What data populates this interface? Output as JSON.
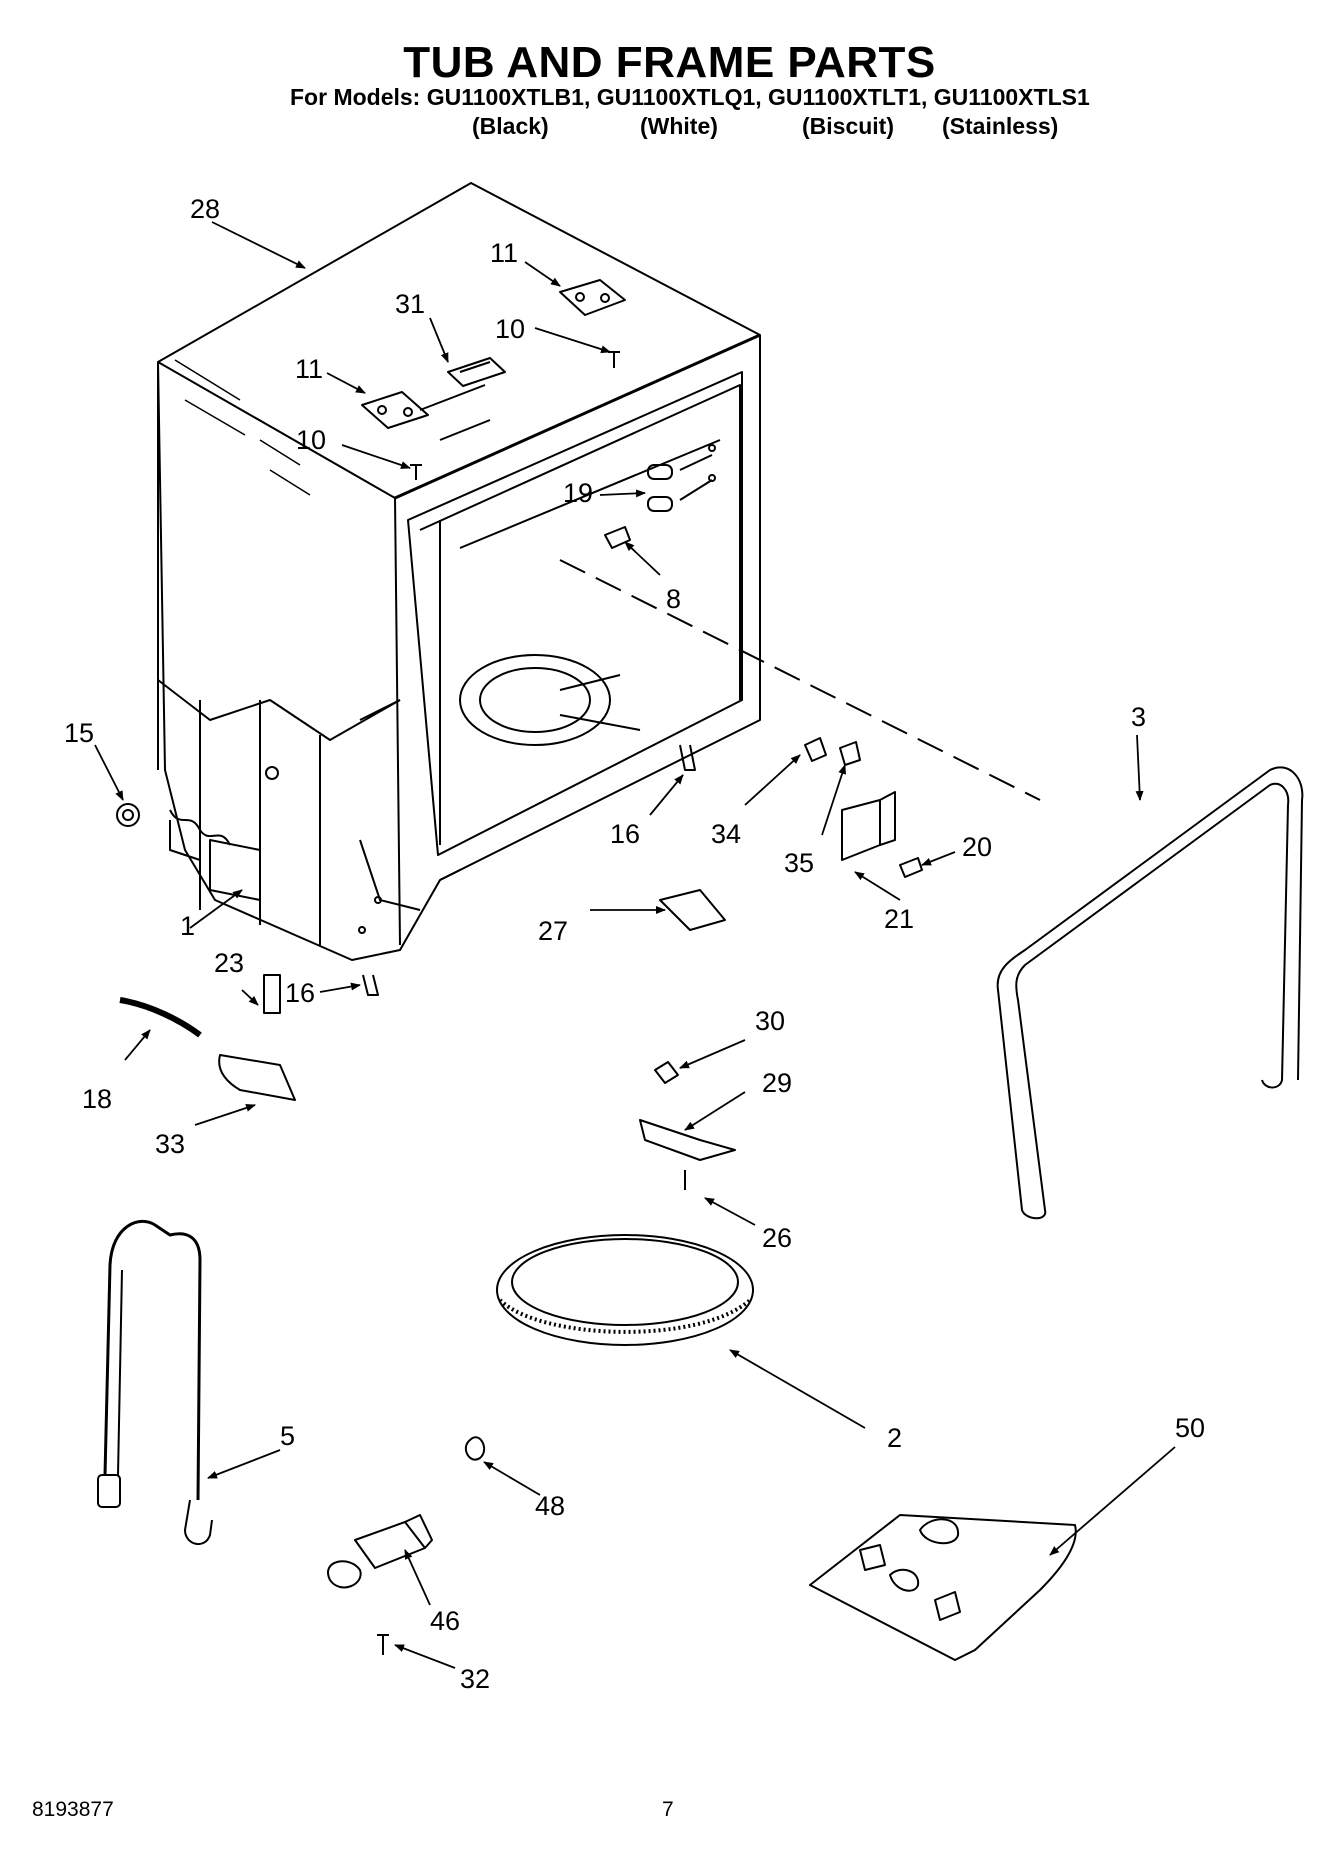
{
  "title": "TUB AND FRAME PARTS",
  "models_line": "For Models: GU1100XTLB1, GU1100XTLQ1, GU1100XTLT1, GU1100XTLS1",
  "color_labels": [
    "(Black)",
    "(White)",
    "(Biscuit)",
    "(Stainless)"
  ],
  "callouts": {
    "c28": "28",
    "c11a": "11",
    "c31": "31",
    "c10a": "10",
    "c11b": "11",
    "c10b": "10",
    "c19": "19",
    "c8": "8",
    "c3": "3",
    "c15": "15",
    "c16a": "16",
    "c34": "34",
    "c20": "20",
    "c35": "35",
    "c21": "21",
    "c27": "27",
    "c1": "1",
    "c23": "23",
    "c16b": "16",
    "c30": "30",
    "c29": "29",
    "c18": "18",
    "c33": "33",
    "c26": "26",
    "c2": "2",
    "c5": "5",
    "c50": "50",
    "c48": "48",
    "c46": "46",
    "c32": "32"
  },
  "footer": {
    "doc_number": "8193877",
    "page_number": "7"
  }
}
